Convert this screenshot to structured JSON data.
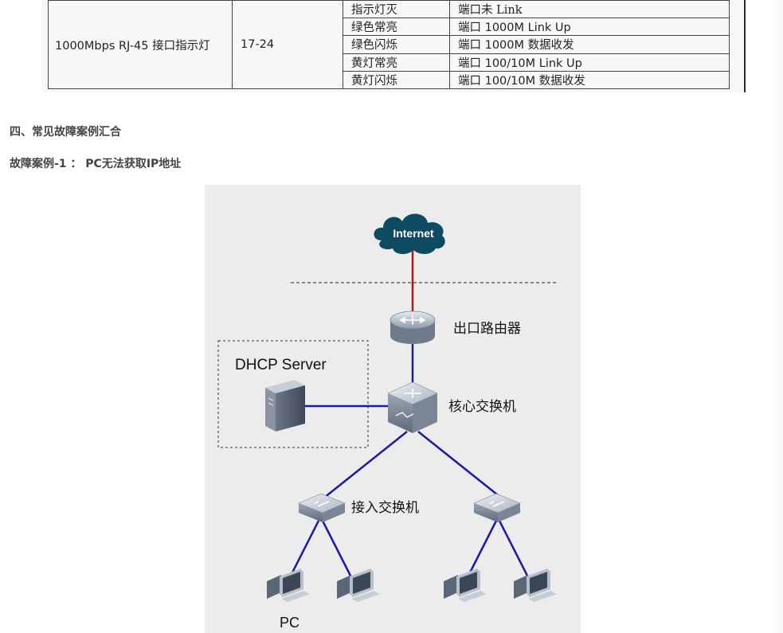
{
  "led_table": {
    "port_type": "1000Mbps RJ-45 接口指示灯",
    "port_range": "17-24",
    "rows": [
      {
        "state": "指示灯灭",
        "meaning": "端口未 Link"
      },
      {
        "state": "绿色常亮",
        "meaning": "端口 1000M Link Up"
      },
      {
        "state": "绿色闪烁",
        "meaning": "端口 1000M 数据收发"
      },
      {
        "state": "黄灯常亮",
        "meaning": "端口 100/10M Link Up"
      },
      {
        "state": "黄灯闪烁",
        "meaning": "端口 100/10M 数据收发"
      }
    ]
  },
  "section_title": "四、常见故障案例汇合",
  "case_title": "故障案例-1 ： PC无法获取IP地址",
  "diagram": {
    "internet_label": "Internet",
    "router_label": "出口路由器",
    "dhcp_label": "DHCP Server",
    "core_switch_label": "核心交换机",
    "access_switch_label": "接入交换机",
    "pc_label": "PC",
    "colors": {
      "link": "#1a1aa8",
      "wan_link": "#b01818",
      "cloud": "#0f4a63",
      "background": "#ececec"
    },
    "icons": [
      "cloud-icon",
      "router-icon",
      "server-icon",
      "core-switch-icon",
      "access-switch-icon",
      "pc-icon"
    ]
  }
}
